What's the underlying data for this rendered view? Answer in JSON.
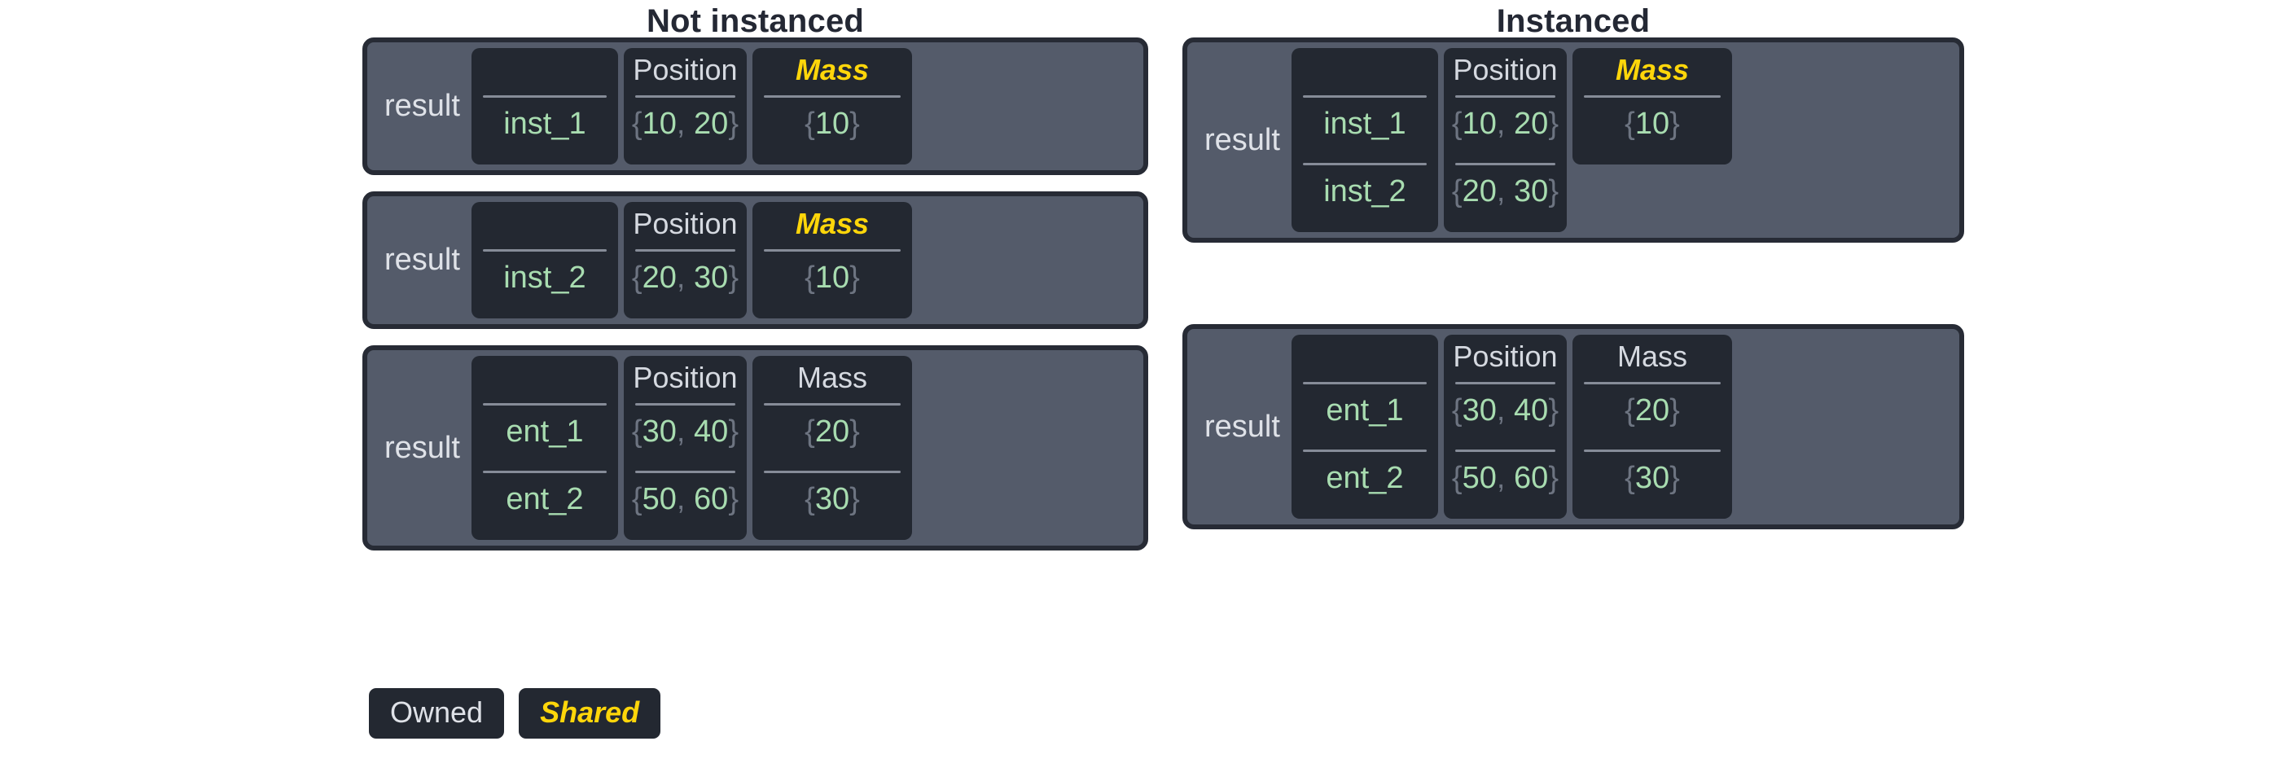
{
  "background": "#ffffff",
  "colors": {
    "card_bg": "#545b6a",
    "card_border": "#272b35",
    "column_bg": "#232831",
    "owned_text": "#dfe2e8",
    "shared_text": "#ffd60a",
    "value_text": "#a8dcb0",
    "brace_text": "#6d7481",
    "divider": "#868c98",
    "title_text": "#242834"
  },
  "panels": [
    {
      "id": "not-instanced",
      "title": "Not instanced",
      "tables": [
        {
          "owner": "result",
          "mass_shared": true,
          "columns": [
            {
              "header": "",
              "kind": "name"
            },
            {
              "header": "Position",
              "kind": "position"
            },
            {
              "header": "Mass",
              "kind": "mass"
            }
          ],
          "rows": [
            {
              "name": "inst_1",
              "position": "{10, 20}",
              "mass": "{10}"
            }
          ]
        },
        {
          "owner": "result",
          "mass_shared": true,
          "columns": [
            {
              "header": "",
              "kind": "name"
            },
            {
              "header": "Position",
              "kind": "position"
            },
            {
              "header": "Mass",
              "kind": "mass"
            }
          ],
          "rows": [
            {
              "name": "inst_2",
              "position": "{20, 30}",
              "mass": "{10}"
            }
          ]
        },
        {
          "owner": "result",
          "mass_shared": false,
          "columns": [
            {
              "header": "",
              "kind": "name"
            },
            {
              "header": "Position",
              "kind": "position"
            },
            {
              "header": "Mass",
              "kind": "mass"
            }
          ],
          "rows": [
            {
              "name": "ent_1",
              "position": "{30, 40}",
              "mass": "{20}"
            },
            {
              "name": "ent_2",
              "position": "{50, 60}",
              "mass": "{30}"
            }
          ]
        }
      ]
    },
    {
      "id": "instanced",
      "title": "Instanced",
      "tables": [
        {
          "owner": "result",
          "mass_shared": true,
          "columns": [
            {
              "header": "",
              "kind": "name"
            },
            {
              "header": "Position",
              "kind": "position"
            },
            {
              "header": "Mass",
              "kind": "mass"
            }
          ],
          "rows": [
            {
              "name": "inst_1",
              "position": "{10, 20}",
              "mass": "{10}"
            },
            {
              "name": "inst_2",
              "position": "{20, 30}",
              "mass": null
            }
          ]
        },
        {
          "owner": "result",
          "mass_shared": false,
          "columns": [
            {
              "header": "",
              "kind": "name"
            },
            {
              "header": "Position",
              "kind": "position"
            },
            {
              "header": "Mass",
              "kind": "mass"
            }
          ],
          "rows": [
            {
              "name": "ent_1",
              "position": "{30, 40}",
              "mass": "{20}"
            },
            {
              "name": "ent_2",
              "position": "{50, 60}",
              "mass": "{30}"
            }
          ]
        }
      ]
    }
  ],
  "legend": [
    {
      "label": "Owned",
      "style": "owned"
    },
    {
      "label": "Shared",
      "style": "shared"
    }
  ]
}
